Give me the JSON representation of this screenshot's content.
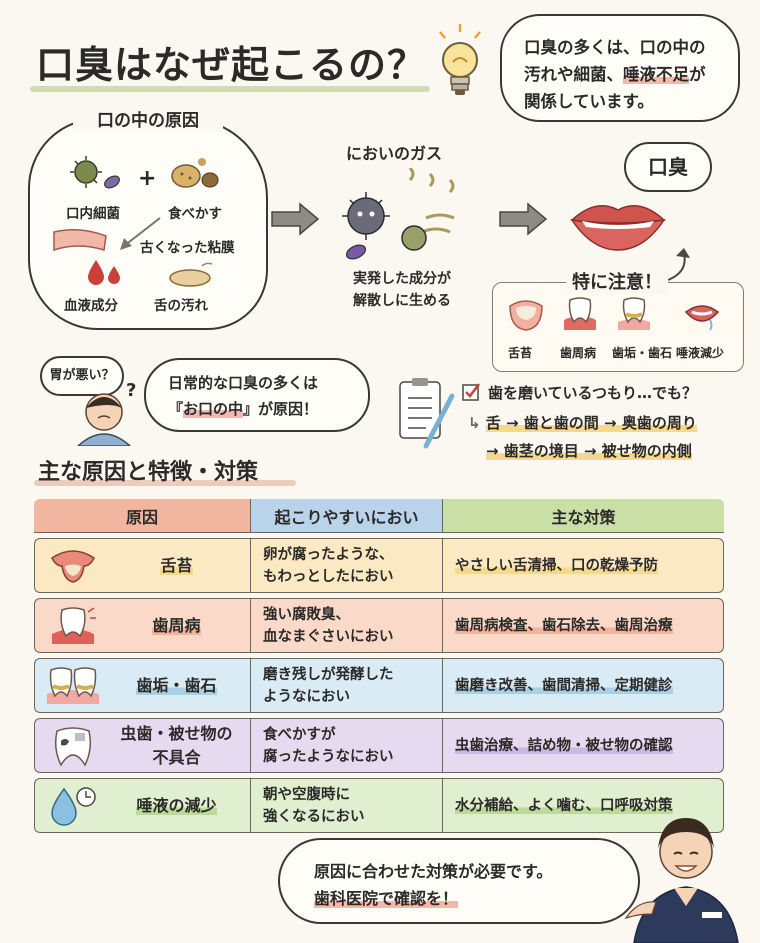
{
  "title": "口臭はなぜ起こるの？",
  "intro_bubble": {
    "line1": "口臭の多くは、口の中の",
    "line2_a": "汚れや細菌、",
    "line2_b": "唾液不足",
    "line2_c": "が",
    "line3": "関係しています。"
  },
  "mouth_causes": {
    "title": "口の中の原因",
    "bacteria": "口内細菌",
    "plus": "+",
    "food": "食べかす",
    "mucosa": "古くなった粘膜",
    "blood": "血液成分",
    "tongue_dirt": "舌の汚れ"
  },
  "gas": {
    "title": "においのガス",
    "line1": "実発した成分が",
    "line2": "解散しに生める"
  },
  "result": {
    "label": "口臭"
  },
  "caution": {
    "title": "特に注意！",
    "items": [
      "舌苔",
      "歯周病",
      "歯垢・歯石",
      "唾液減少"
    ]
  },
  "patient": {
    "thought": "胃が悪い？",
    "q": "?",
    "bubble_line1": "日常的な口臭の多くは",
    "bubble_line2_a": "『",
    "bubble_line2_b": "お口の中",
    "bubble_line2_c": "』が原因！"
  },
  "brushing": {
    "question": "歯を磨いているつもり…でも？",
    "line1": "舌 → 歯と歯の間 → 奥歯の周り",
    "line2": "→ 歯茎の境目 → 被せ物の内側"
  },
  "table": {
    "section_title": "主な原因と特徴・対策",
    "headers": [
      "原因",
      "起こりやすいにおい",
      "主な対策"
    ],
    "rows": [
      {
        "cause": "舌苔",
        "smell1": "卵が腐ったような、",
        "smell2": "もわっとしたにおい",
        "measure": "やさしい舌清掃、口の乾燥予防",
        "icon": "tongue-icon"
      },
      {
        "cause": "歯周病",
        "smell1": "強い腐敗臭、",
        "smell2": "血なまぐさいにおい",
        "measure": "歯周病検査、歯石除去、歯周治療",
        "icon": "gum-inflammation-icon"
      },
      {
        "cause": "歯垢・歯石",
        "smell1": "磨き残しが発酵した",
        "smell2": "ようなにおい",
        "measure": "歯磨き改善、歯間清掃、定期健診",
        "icon": "plaque-teeth-icon"
      },
      {
        "cause": "虫歯・被せ物の不具合",
        "cause1": "虫歯・被せ物の",
        "cause2": "不具合",
        "smell1": "食べかすが",
        "smell2": "腐ったようなにおい",
        "measure": "虫歯治療、詰め物・被せ物の確認",
        "icon": "decayed-tooth-icon"
      },
      {
        "cause": "唾液の減少",
        "smell1": "朝や空腹時に",
        "smell2": "強くなるにおい",
        "measure": "水分補給、よく噛む、口呼吸対策",
        "icon": "saliva-drop-clock-icon"
      }
    ],
    "colors": {
      "header": [
        "#f2b6a0",
        "#b9d4ea",
        "#c9dfa6"
      ],
      "rows": [
        "#fbe9c3",
        "#fbd9c9",
        "#d9ebf4",
        "#e6daf1",
        "#e0efd0"
      ]
    }
  },
  "closing": {
    "line1": "原因に合わせた対策が必要です。",
    "line2": "歯科医院で確認を！"
  }
}
